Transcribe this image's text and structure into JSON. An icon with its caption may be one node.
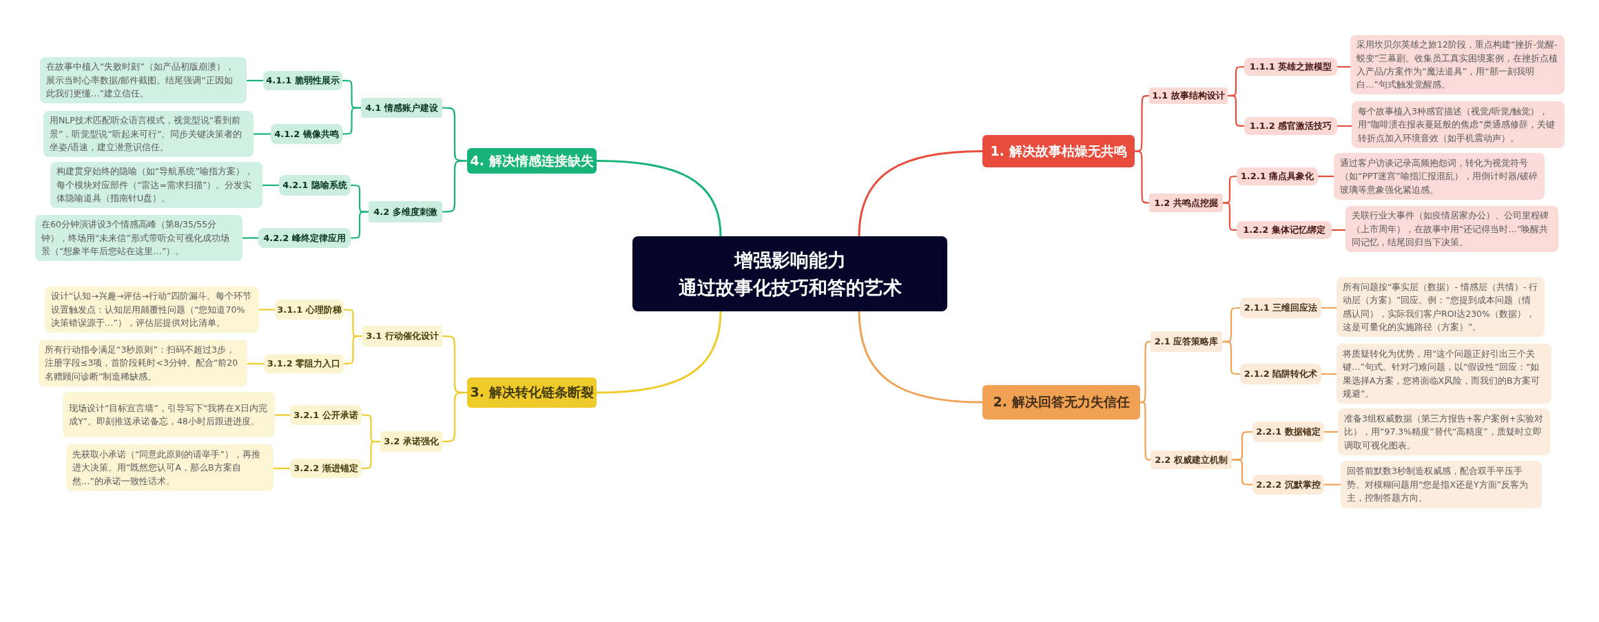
{
  "diagram": {
    "nodes": [
      {
        "text": [
          "增强影响能力",
          "通过故事化技巧和答的艺术"
        ]
      },
      {
        "text": [
          "1. 解决故事枯燥无共鸣"
        ]
      },
      {
        "text": [
          "1.1 故事结构设计"
        ]
      },
      {
        "text": [
          "1.1.1 英雄之旅模型"
        ]
      },
      {
        "text": [
          "采用坎贝尔英雄之旅12阶段，重点构建“挫折-觉醒-蜕变”三幕剧。收集员工真实困境案例，在挫折点植入产品/方案作为“魔法道具”，用“那一刻我明白…”句式触发觉醒感。"
        ]
      },
      {
        "text": [
          "1.1.2 感官激活技巧"
        ]
      },
      {
        "text": [
          "每个故事植入3种感官描述（视觉/听觉/触觉），用“咖啡渍在报表蔓延般的焦虑”类通感修辞，关键转折点加入环境音效（如手机震动声）。"
        ]
      },
      {
        "text": [
          "1.2 共鸣点挖掘"
        ]
      },
      {
        "text": [
          "1.2.1 痛点具象化"
        ]
      },
      {
        "text": [
          "通过客户访谈记录高频抱怨词，转化为视觉符号（如“PPT迷宫”喻指汇报混乱），用倒计时器/破碎玻璃等意象强化紧迫感。"
        ]
      },
      {
        "text": [
          "1.2.2 集体记忆绑定"
        ]
      },
      {
        "text": [
          "关联行业大事件（如疫情居家办公）、公司里程碑（上市周年），在故事中用“还记得当时…”唤醒共同记忆，结尾回归当下决策。"
        ]
      },
      {
        "text": [
          "2. 解决回答无力失信任"
        ]
      },
      {
        "text": [
          "2.1 应答策略库"
        ]
      },
      {
        "text": [
          "2.1.1 三维回应法"
        ]
      },
      {
        "text": [
          "所有问题按“事实层（数据）- 情感层（共情）- 行动层（方案）”回应。例：“您提到成本问题（情感认同），实际我们客户ROI达230%（数据），这是可量化的实施路径（方案）”。"
        ]
      },
      {
        "text": [
          "2.1.2 陷阱转化术"
        ]
      },
      {
        "text": [
          "将质疑转化为优势，用“这个问题正好引出三个关键…”句式。针对刁难问题，以“假设性”回应：“如果选择A方案，您将面临X风险，而我们的B方案可规避”。"
        ]
      },
      {
        "text": [
          "2.2 权威建立机制"
        ]
      },
      {
        "text": [
          "2.2.1 数据锚定"
        ]
      },
      {
        "text": [
          "准备3组权威数据（第三方报告+客户案例+实验对比），用“97.3%精度”替代“高精度”，质疑时立即调取可视化图表。"
        ]
      },
      {
        "text": [
          "2.2.2 沉默掌控"
        ]
      },
      {
        "text": [
          "回答前默数3秒制造权威感，配合双手平压手势。对模糊问题用“您是指X还是Y方面”反客为主，控制答题方向。"
        ]
      },
      {
        "text": [
          "3. 解决转化链条断裂"
        ]
      },
      {
        "text": [
          "3.1 行动催化设计"
        ]
      },
      {
        "text": [
          "3.1.1 心理阶梯"
        ]
      },
      {
        "text": [
          "设计“认知→兴趣→评估→行动”四阶漏斗。每个环节设置触发点：认知层用颠覆性问题（“您知道70%决策错误源于…”），评估层提供对比清单。"
        ]
      },
      {
        "text": [
          "3.1.2 零阻力入口"
        ]
      },
      {
        "text": [
          "所有行动指令满足“3秒原则”：扫码不超过3步，注册字段≤3项，首阶段耗时<3分钟。配合“前20名赠顾问诊断”制造稀缺感。"
        ]
      },
      {
        "text": [
          "3.2 承诺强化"
        ]
      },
      {
        "text": [
          "3.2.1 公开承诺"
        ]
      },
      {
        "text": [
          "现场设计“目标宣言墙”，引导写下“我将在X日内完成Y”。即刻推送承诺备忘，48小时后跟进进度。"
        ]
      },
      {
        "text": [
          "3.2.2 渐进锚定"
        ]
      },
      {
        "text": [
          "先获取小承诺（“同意此原则的请举手”），再推进大决策。用“既然您认可A，那么B方案自然…”的承诺一致性话术。"
        ]
      },
      {
        "text": [
          "4. 解决情感连接缺失"
        ]
      },
      {
        "text": [
          "4.1 情感账户建设"
        ]
      },
      {
        "text": [
          "4.1.1 脆弱性展示"
        ]
      },
      {
        "text": [
          "在故事中植入“失败时刻”（如产品初版崩溃），展示当时心率数据/邮件截图。结尾强调“正因如此我们更懂…”建立信任。"
        ]
      },
      {
        "text": [
          "4.1.2 镜像共鸣"
        ]
      },
      {
        "text": [
          "用NLP技术匹配听众语言模式，视觉型说“看到前景”，听觉型说“听起来可行”。同步关键决策者的坐姿/语速，建立潜意识信任。"
        ]
      },
      {
        "text": [
          "4.2 多维度刺激"
        ]
      },
      {
        "text": [
          "4.2.1 隐喻系统"
        ]
      },
      {
        "text": [
          "构建贯穿始终的隐喻（如“导航系统”喻指方案），每个模块对应部件（“雷达=需求扫描”）。分发实体隐喻道具（指南针U盘）。"
        ]
      },
      {
        "text": [
          "4.2.2 峰终定律应用"
        ]
      },
      {
        "text": [
          "在60分钟演讲设3个情感高峰（第8/35/55分钟），终场用“未来信”形式带听众可视化成功场景（“想象半年后您站在这里…”）。"
        ]
      }
    ],
    "edges": [
      {
        "from": 0,
        "to": 1,
        "arrow": "none",
        "color": "#e74c3c"
      },
      {
        "from": 1,
        "to": 2,
        "arrow": "none",
        "color": "#e74c3c"
      },
      {
        "from": 2,
        "to": 3,
        "arrow": "none",
        "color": "#e74c3c"
      },
      {
        "from": 3,
        "to": 4,
        "arrow": "none",
        "color": "#e74c3c"
      },
      {
        "from": 2,
        "to": 5,
        "arrow": "none",
        "color": "#e74c3c"
      },
      {
        "from": 5,
        "to": 6,
        "arrow": "none",
        "color": "#e74c3c"
      },
      {
        "from": 1,
        "to": 7,
        "arrow": "none",
        "color": "#e74c3c"
      },
      {
        "from": 7,
        "to": 8,
        "arrow": "none",
        "color": "#e74c3c"
      },
      {
        "from": 8,
        "to": 9,
        "arrow": "none",
        "color": "#e74c3c"
      },
      {
        "from": 7,
        "to": 10,
        "arrow": "none",
        "color": "#e74c3c"
      },
      {
        "from": 10,
        "to": 11,
        "arrow": "none",
        "color": "#e74c3c"
      },
      {
        "from": 0,
        "to": 12,
        "arrow": "none",
        "color": "#f0a153"
      },
      {
        "from": 12,
        "to": 13,
        "arrow": "none",
        "color": "#f0a153"
      },
      {
        "from": 13,
        "to": 14,
        "arrow": "none",
        "color": "#f0a153"
      },
      {
        "from": 14,
        "to": 15,
        "arrow": "none",
        "color": "#f0a153"
      },
      {
        "from": 13,
        "to": 16,
        "arrow": "none",
        "color": "#f0a153"
      },
      {
        "from": 16,
        "to": 17,
        "arrow": "none",
        "color": "#f0a153"
      },
      {
        "from": 12,
        "to": 18,
        "arrow": "none",
        "color": "#f0a153"
      },
      {
        "from": 18,
        "to": 19,
        "arrow": "none",
        "color": "#f0a153"
      },
      {
        "from": 19,
        "to": 20,
        "arrow": "none",
        "color": "#f0a153"
      },
      {
        "from": 18,
        "to": 21,
        "arrow": "none",
        "color": "#f0a153"
      },
      {
        "from": 21,
        "to": 22,
        "arrow": "none",
        "color": "#f0a153"
      },
      {
        "from": 0,
        "to": 23,
        "arrow": "none",
        "color": "#eecb2a"
      },
      {
        "from": 23,
        "to": 24,
        "arrow": "none",
        "color": "#eecb2a"
      },
      {
        "from": 24,
        "to": 25,
        "arrow": "none",
        "color": "#eecb2a"
      },
      {
        "from": 25,
        "to": 26,
        "arrow": "none",
        "color": "#eecb2a"
      },
      {
        "from": 24,
        "to": 27,
        "arrow": "none",
        "color": "#eecb2a"
      },
      {
        "from": 27,
        "to": 28,
        "arrow": "none",
        "color": "#eecb2a"
      },
      {
        "from": 23,
        "to": 29,
        "arrow": "none",
        "color": "#eecb2a"
      },
      {
        "from": 29,
        "to": 30,
        "arrow": "none",
        "color": "#eecb2a"
      },
      {
        "from": 30,
        "to": 31,
        "arrow": "none",
        "color": "#eecb2a"
      },
      {
        "from": 29,
        "to": 32,
        "arrow": "none",
        "color": "#eecb2a"
      },
      {
        "from": 32,
        "to": 33,
        "arrow": "none",
        "color": "#eecb2a"
      },
      {
        "from": 0,
        "to": 34,
        "arrow": "none",
        "color": "#17b378"
      },
      {
        "from": 34,
        "to": 35,
        "arrow": "none",
        "color": "#17b378"
      },
      {
        "from": 35,
        "to": 36,
        "arrow": "none",
        "color": "#17b378"
      },
      {
        "from": 36,
        "to": 37,
        "arrow": "none",
        "color": "#17b378"
      },
      {
        "from": 35,
        "to": 38,
        "arrow": "none",
        "color": "#17b378"
      },
      {
        "from": 38,
        "to": 39,
        "arrow": "none",
        "color": "#17b378"
      },
      {
        "from": 34,
        "to": 40,
        "arrow": "none",
        "color": "#17b378"
      },
      {
        "from": 40,
        "to": 41,
        "arrow": "none",
        "color": "#17b378"
      },
      {
        "from": 41,
        "to": 42,
        "arrow": "none",
        "color": "#17b378"
      },
      {
        "from": 40,
        "to": 43,
        "arrow": "none",
        "color": "#17b378"
      },
      {
        "from": 43,
        "to": 44,
        "arrow": "none",
        "color": "#17b378"
      }
    ]
  }
}
